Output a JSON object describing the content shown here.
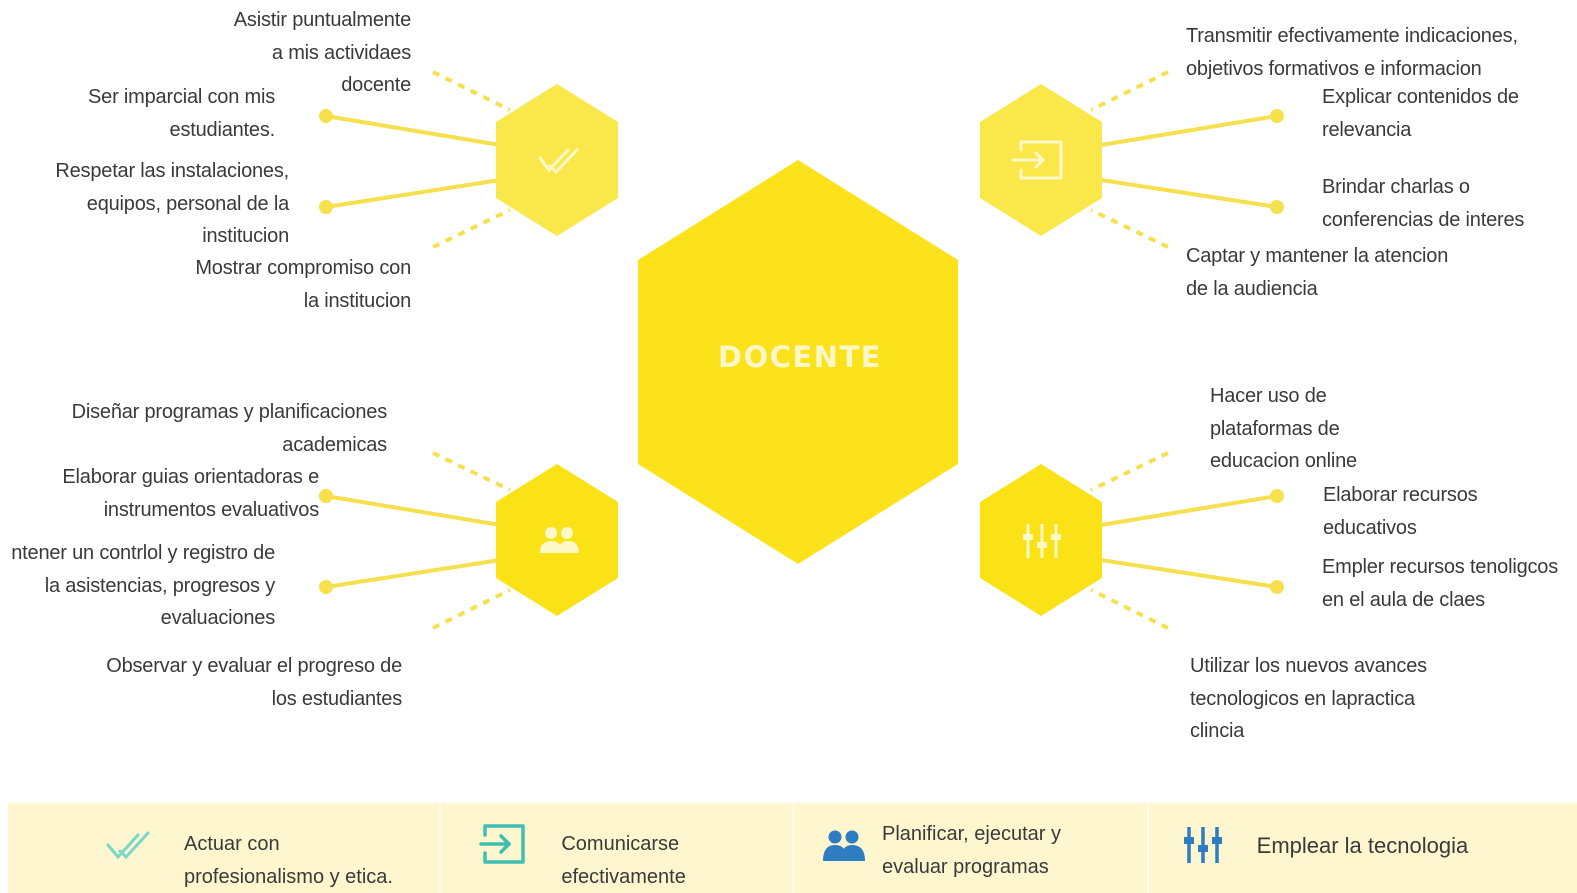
{
  "center": {
    "label": "DOCENTE"
  },
  "colors": {
    "hexagon_main": "#fbe21a",
    "hexagon_tl": "#fae84b",
    "hexagon_tr": "#fae84b",
    "hexagon_bl": "#fae217",
    "hexagon_br": "#fae217",
    "connector": "#f6e04e",
    "legend_bg": "#fdf6cf",
    "legend_icon_check": "#79d6c8",
    "legend_icon_enter": "#3fbfb3",
    "legend_icon_people": "#2e7cc2",
    "legend_icon_tech": "#2e7cc2"
  },
  "groups": {
    "top_left": {
      "icon": "double-check-icon",
      "items": [
        [
          "Asistir puntualmente",
          "a mis actividaes",
          "docente"
        ],
        [
          "Ser imparcial con mis",
          "estudiantes."
        ],
        [
          "Respetar las instalaciones,",
          "equipos, personal de la",
          "institucion"
        ],
        [
          "Mostrar compromiso con",
          "la institucion"
        ]
      ]
    },
    "top_right": {
      "icon": "enter-box-icon",
      "items": [
        [
          "Transmitir efectivamente indicaciones,",
          "objetivos formativos e informacion"
        ],
        [
          "Explicar contenidos de",
          "relevancia"
        ],
        [
          "Brindar charlas o",
          "conferencias de interes"
        ],
        [
          "Captar y mantener la atencion",
          "de la audiencia"
        ]
      ]
    },
    "bottom_left": {
      "icon": "people-icon",
      "items": [
        [
          "Diseñar programas y planificaciones",
          "academicas"
        ],
        [
          "Elaborar  guias orientadoras e",
          "instrumentos evaluativos"
        ],
        [
          "ntener un contrlol y registro de",
          "la asistencias, progresos y",
          "evaluaciones"
        ],
        [
          "Observar y evaluar el progreso de",
          "los estudiantes"
        ]
      ]
    },
    "bottom_right": {
      "icon": "tech-equalizer-icon",
      "items": [
        [
          "Hacer uso de",
          "plataformas de",
          "educacion online"
        ],
        [
          "Elaborar recursos",
          "educativos"
        ],
        [
          "Empler recursos tenoligcos",
          "en el aula de claes"
        ],
        [
          "Utilizar los nuevos avances",
          "tecnologicos en lapractica",
          "clincia"
        ]
      ]
    }
  },
  "legend": [
    {
      "icon": "double-check-icon",
      "lines": [
        "Actuar con",
        "profesionalismo y etica."
      ]
    },
    {
      "icon": "enter-box-icon",
      "lines": [
        "Comunicarse",
        "efectivamente"
      ]
    },
    {
      "icon": "people-icon",
      "lines": [
        "Planificar, ejecutar y",
        "evaluar programas"
      ]
    },
    {
      "icon": "tech-equalizer-icon",
      "lines": [
        "Emplear la tecnologia"
      ]
    }
  ]
}
